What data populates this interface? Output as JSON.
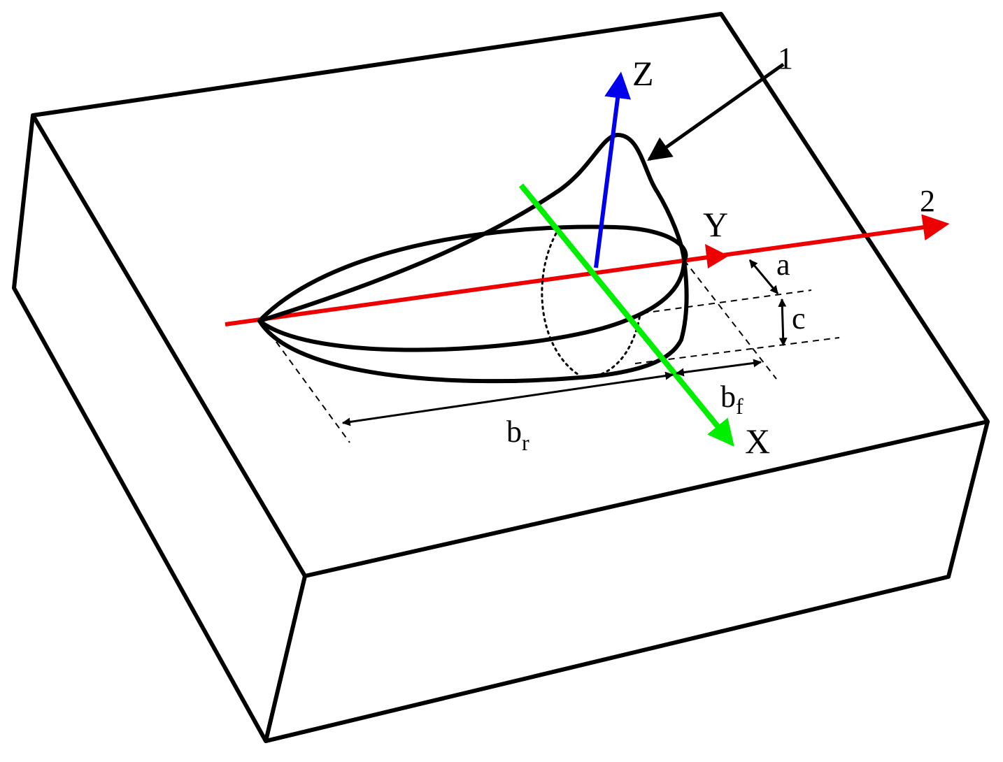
{
  "labels": {
    "z": "Z",
    "y": "Y",
    "x": "X",
    "a": "a",
    "c": "c",
    "b_f_base": "b",
    "b_f_sub": "f",
    "b_r_base": "b",
    "b_r_sub": "r",
    "callout_1": "1",
    "callout_2": "2"
  },
  "colors": {
    "x_axis": "#00ee00",
    "y_axis": "#ee0000",
    "z_axis": "#0000ee",
    "outline": "#000000"
  }
}
